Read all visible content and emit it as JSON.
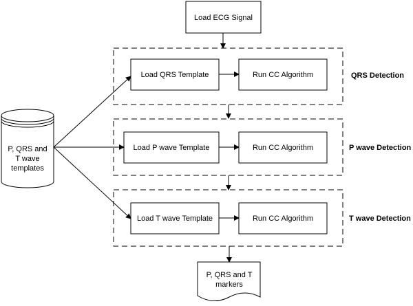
{
  "diagram": {
    "start_label": "Load ECG Signal",
    "database_label": [
      "P,  QRS and",
      "T wave",
      "templates"
    ],
    "stages": [
      {
        "title": "QRS Detection",
        "load_label": "Load QRS Template",
        "run_label": "Run CC Algorithm"
      },
      {
        "title": "P wave Detection",
        "load_label": "Load P wave Template",
        "run_label": "Run CC Algorithm"
      },
      {
        "title": "T wave Detection",
        "load_label": "Load T wave Template",
        "run_label": "Run CC Algorithm"
      }
    ],
    "output_label": [
      "P,  QRS and T",
      "markers"
    ]
  }
}
